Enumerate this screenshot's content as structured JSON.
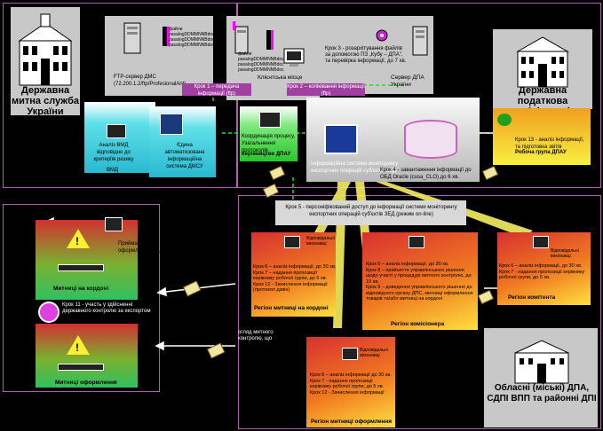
{
  "customs_service": {
    "title": "Державна митна служба України"
  },
  "tax_admin": {
    "title": "Державна податкова адміністрація України"
  },
  "regional": {
    "title": "Обласні (міські) ДПА, СДПІ ВПП та районні ДПІ"
  },
  "ftp_server": {
    "label": "FTP-сервер ДМС (72.200.1.2/ftp/ProfesionalAnt)"
  },
  "client_area": {
    "label": "Клієнтська місце"
  },
  "dpa_server": {
    "label": "Сервер ДПА України"
  },
  "files_text": "файли\npasalogDDMMNNBdoc\npasalogDDMMNNBdoc\npasalogDDMMNNBdoc",
  "step1_bar": "Крок 1 – передача інформації (ftp)",
  "step2_bar": "Крок 2 – копіювання інформації (ftp)",
  "step3": {
    "label": "Крок 3 - розархітування файлів за допомогою ПЗ „Кубу – ДПА\", та перевірка інформації, до 7 хв."
  },
  "step4": {
    "label": "Крок 4 - завантаження інформації до ОБД Oracle (cusa_CLO) до 6 хв."
  },
  "step5": {
    "label": "Крок 5 - персоніфікований доступ до інформації системи моніторингу експортних операцій суб'єктів ЗЕД (режим on-line)"
  },
  "step13": {
    "label": "Крок 13 - аналіз інформації, та підготовка звітів"
  },
  "working_group": {
    "label": "Робоча група ДПАУ"
  },
  "vmd_analysis": {
    "label": "Аналіз ВМД відповідно до критеріїв ризику"
  },
  "vmd_vmd": "ВМД",
  "unified_system": {
    "label": "Єдина автоматизована інформаційна система ДМСУ"
  },
  "coordination": {
    "label": "Координація процесу, Узагальнення протоколів"
  },
  "dpau_leader": {
    "label": "Керівництво ДПАУ"
  },
  "monitoring_system": {
    "label": "Інформаційна система моніторингу експортних операцій суб'єктів ЗЕД"
  },
  "responsible": "Відповідальні виконавці",
  "customs_reg": {
    "label": "Приймання та оформлення ВМД"
  },
  "border_customs": {
    "label": "Митниці на кордоні"
  },
  "export_customs": {
    "label": "Митниці оформлення"
  },
  "step11": {
    "label": "Крок 11 - участь у здійсненні державного контролю за експортом"
  },
  "border_region": {
    "steps": "Крок 6 – аналіз інформації, до 30 хв.\nКрок 7 – надання пропозиції керівнику робочої групи, до 5 хв.\nКрок 12 - Зачислення інформації (протокол дзвін)",
    "footer": "Регіон митниці на кордоні"
  },
  "exporter_region": {
    "steps": "Крок 6 – аналіз інформації, до 30 хв.\nКрок 8 – прийняття управлінського рішення щодо участі у процедурі митного контролю, до 10 хв.\nКрок 9 – доведення управлінського рішення до відповідного органу ДПС, митниці оформлення товарів та/або митниці на кордоні",
    "footer": "Регіон комісіонера"
  },
  "committent_region": {
    "steps": "Крок 6 – аналіз інформації, до 30 хв.\nКрок 7 - надання пропозиції керівнику робочої групи, до 5 хв.",
    "footer": "Регіон комітента"
  },
  "export_region": {
    "steps": "Крок 6 – аналіз інформації до 30 хв.\nКрок 7 - надання пропозиції керівнику робочої групи, до 5 хв.\nКрок 12 - Зачислення інформації",
    "footer": "Регіон митниці оформлення"
  },
  "side_text": "огляд митного контролю, що"
}
